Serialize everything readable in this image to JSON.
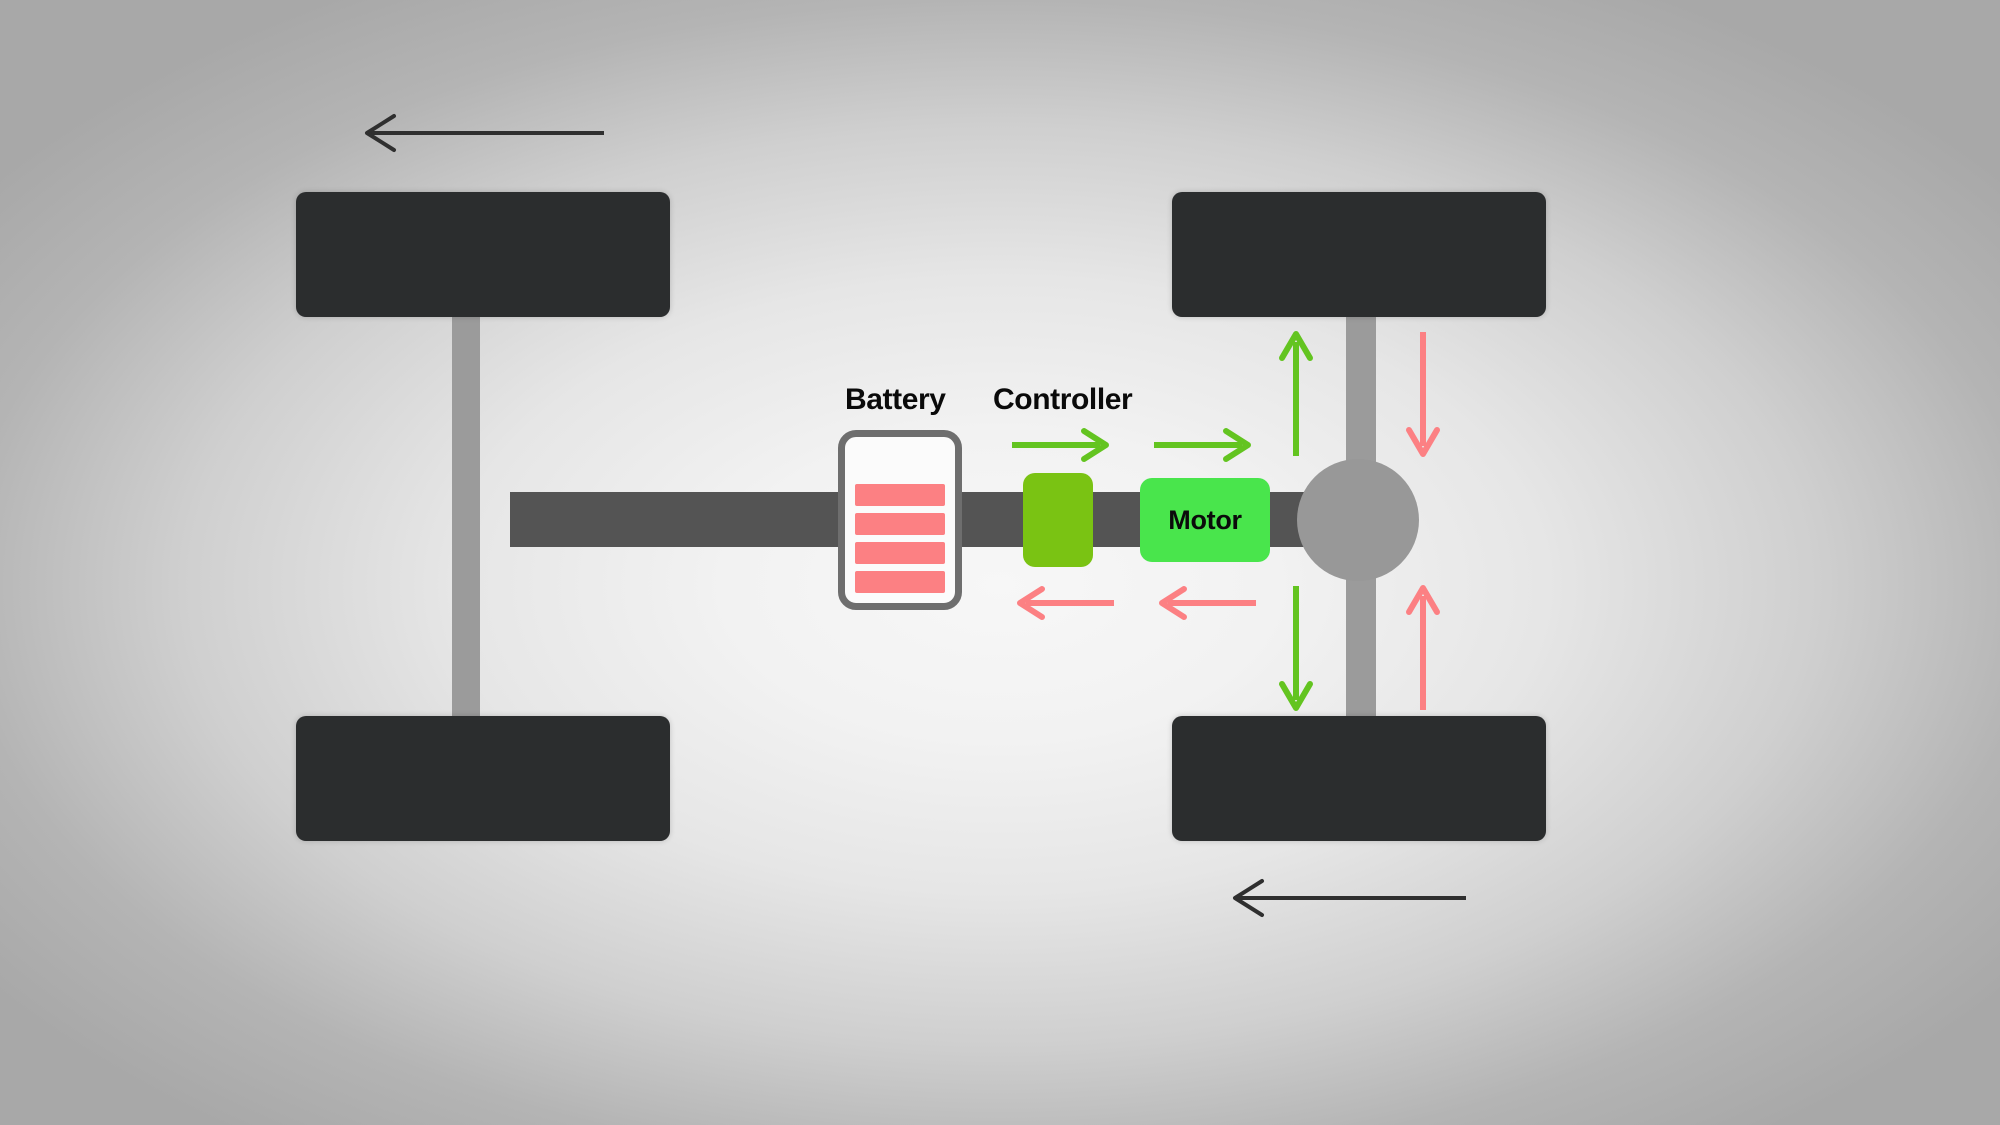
{
  "diagram": {
    "title": "Rear-wheel-drive electric vehicle powertrain schematic",
    "background": {
      "center_color": "#f4f4f4",
      "edge_color": "#a8a8a8"
    },
    "labels": {
      "battery": "Battery",
      "controller": "Controller",
      "motor": "Motor"
    },
    "colors": {
      "wheel": "#2b2d2e",
      "axle": "#9b9b9b",
      "driveshaft": "#545454",
      "differential": "#989898",
      "battery_outline": "#6e6e6e",
      "battery_cell": "#fc8083",
      "controller": "#7ac313",
      "motor": "#49e54c",
      "energy_flow_green": "#63c420",
      "energy_flow_red": "#fc8083",
      "direction_arrow": "#2f2f2f",
      "label_text": "#0a0a0a"
    },
    "wheels": [
      {
        "name": "front-left-wheel"
      },
      {
        "name": "front-right-wheel"
      },
      {
        "name": "rear-left-wheel"
      },
      {
        "name": "rear-right-wheel"
      }
    ],
    "battery": {
      "cell_count": 4,
      "cells": [
        1,
        2,
        3,
        4
      ]
    },
    "flow_arrows": {
      "green_forward": [
        {
          "name": "green-arrow-battery-to-controller",
          "direction": "right"
        },
        {
          "name": "green-arrow-controller-to-motor",
          "direction": "right"
        }
      ],
      "red_return": [
        {
          "name": "red-arrow-controller-to-battery",
          "direction": "left"
        },
        {
          "name": "red-arrow-motor-to-controller",
          "direction": "left"
        }
      ],
      "green_axle": [
        {
          "name": "green-arrow-axle-up",
          "direction": "up"
        },
        {
          "name": "green-arrow-axle-down",
          "direction": "down"
        }
      ],
      "red_axle": [
        {
          "name": "red-arrow-axle-down",
          "direction": "down"
        },
        {
          "name": "red-arrow-axle-up",
          "direction": "up"
        }
      ]
    },
    "direction_arrows": [
      {
        "name": "direction-arrow-top-left",
        "direction": "left"
      },
      {
        "name": "direction-arrow-bottom-right",
        "direction": "left"
      }
    ]
  }
}
